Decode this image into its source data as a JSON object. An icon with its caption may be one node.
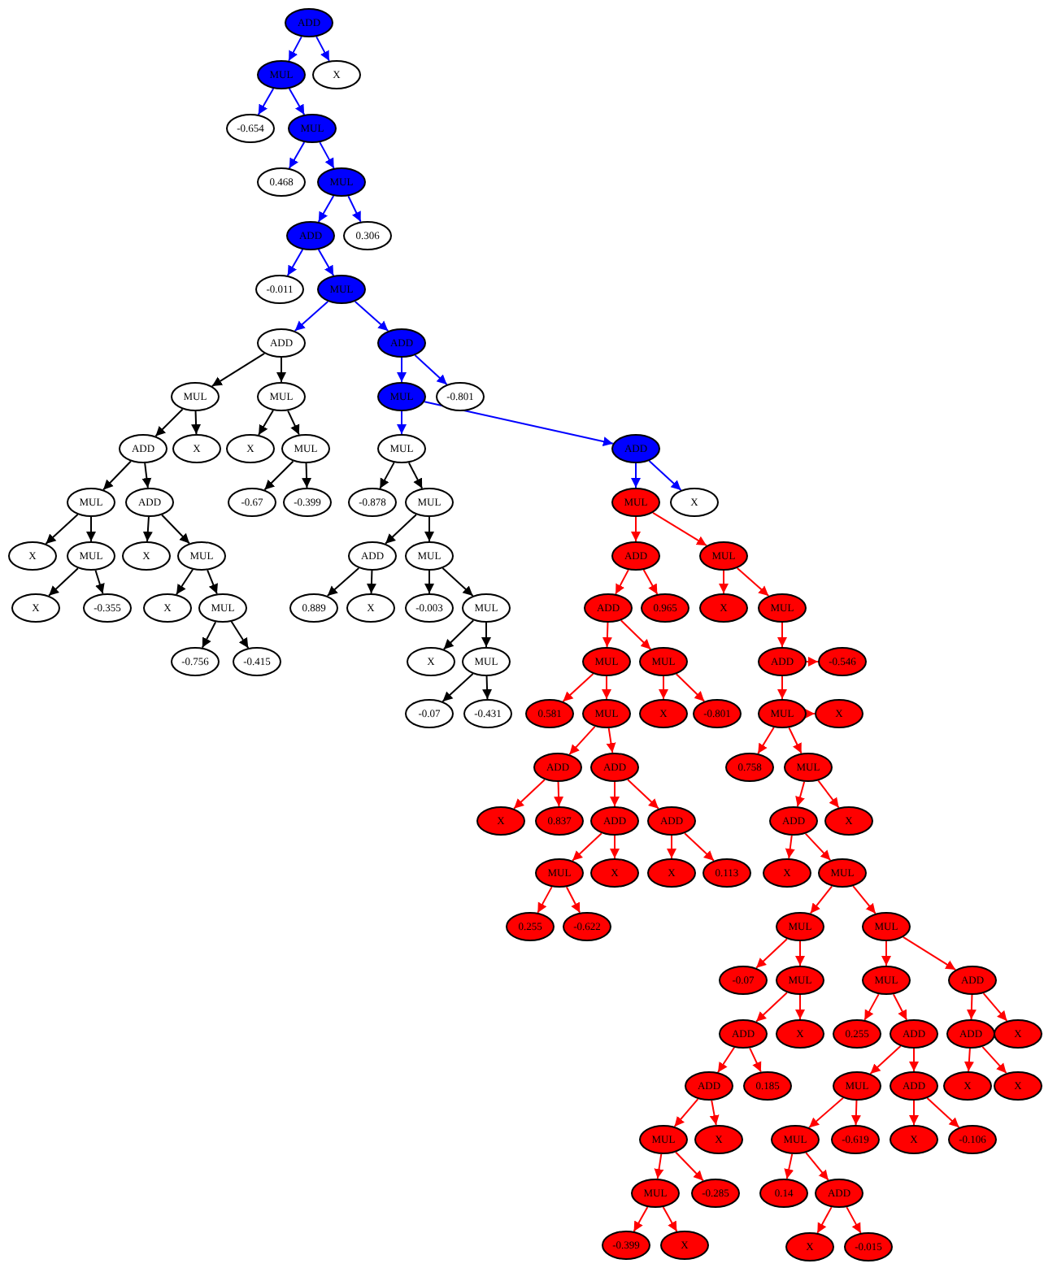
{
  "diagram": {
    "nodes": [
      {
        "text": [
          "ADD"
        ]
      },
      {
        "text": [
          "MUL"
        ]
      },
      {
        "text": [
          "-0.654"
        ]
      },
      {
        "text": [
          "MUL"
        ]
      },
      {
        "text": [
          "0.468"
        ]
      },
      {
        "text": [
          "MUL"
        ]
      },
      {
        "text": [
          "ADD"
        ]
      },
      {
        "text": [
          "-0.011"
        ]
      },
      {
        "text": [
          "MUL"
        ]
      },
      {
        "text": [
          "ADD"
        ]
      },
      {
        "text": [
          "MUL"
        ]
      },
      {
        "text": [
          "ADD"
        ]
      },
      {
        "text": [
          "MUL"
        ]
      },
      {
        "text": [
          "X"
        ]
      },
      {
        "text": [
          "MUL"
        ]
      },
      {
        "text": [
          "X"
        ]
      },
      {
        "text": [
          "-0.355"
        ]
      },
      {
        "text": [
          "ADD"
        ]
      },
      {
        "text": [
          "X"
        ]
      },
      {
        "text": [
          "MUL"
        ]
      },
      {
        "text": [
          "X"
        ]
      },
      {
        "text": [
          "MUL"
        ]
      },
      {
        "text": [
          "-0.756"
        ]
      },
      {
        "text": [
          "-0.415"
        ]
      },
      {
        "text": [
          "X"
        ]
      },
      {
        "text": [
          "MUL"
        ]
      },
      {
        "text": [
          "X"
        ]
      },
      {
        "text": [
          "MUL"
        ]
      },
      {
        "text": [
          "-0.67"
        ]
      },
      {
        "text": [
          "-0.399"
        ]
      },
      {
        "text": [
          "ADD"
        ]
      },
      {
        "text": [
          "MUL"
        ]
      },
      {
        "text": [
          "MUL"
        ]
      },
      {
        "text": [
          "-0.878"
        ]
      },
      {
        "text": [
          "MUL"
        ]
      },
      {
        "text": [
          "ADD"
        ]
      },
      {
        "text": [
          "0.889"
        ]
      },
      {
        "text": [
          "X"
        ]
      },
      {
        "text": [
          "MUL"
        ]
      },
      {
        "text": [
          "-0.003"
        ]
      },
      {
        "text": [
          "MUL"
        ]
      },
      {
        "text": [
          "X"
        ]
      },
      {
        "text": [
          "MUL"
        ]
      },
      {
        "text": [
          "-0.07"
        ]
      },
      {
        "text": [
          "-0.431"
        ]
      },
      {
        "text": [
          "ADD"
        ]
      },
      {
        "text": [
          "MUL"
        ]
      },
      {
        "text": [
          "ADD"
        ]
      },
      {
        "text": [
          "ADD"
        ]
      },
      {
        "text": [
          "MUL"
        ]
      },
      {
        "text": [
          "0.581"
        ]
      },
      {
        "text": [
          "MUL"
        ]
      },
      {
        "text": [
          "ADD"
        ]
      },
      {
        "text": [
          "X"
        ]
      },
      {
        "text": [
          "0.837"
        ]
      },
      {
        "text": [
          "ADD"
        ]
      },
      {
        "text": [
          "ADD"
        ]
      },
      {
        "text": [
          "MUL"
        ]
      },
      {
        "text": [
          "0.255"
        ]
      },
      {
        "text": [
          "-0.622"
        ]
      },
      {
        "text": [
          "X"
        ]
      },
      {
        "text": [
          "ADD"
        ]
      },
      {
        "text": [
          "X"
        ]
      },
      {
        "text": [
          "0.113"
        ]
      },
      {
        "text": [
          "MUL"
        ]
      },
      {
        "text": [
          "X"
        ]
      },
      {
        "text": [
          "-0.801"
        ]
      },
      {
        "text": [
          "0.965"
        ]
      },
      {
        "text": [
          "MUL"
        ]
      },
      {
        "text": [
          "X"
        ]
      },
      {
        "text": [
          "MUL"
        ]
      },
      {
        "text": [
          "ADD"
        ]
      },
      {
        "text": [
          "MUL"
        ]
      },
      {
        "text": [
          "0.758"
        ]
      },
      {
        "text": [
          "MUL"
        ]
      },
      {
        "text": [
          "ADD"
        ]
      },
      {
        "text": [
          "X"
        ]
      },
      {
        "text": [
          "MUL"
        ]
      },
      {
        "text": [
          "MUL"
        ]
      },
      {
        "text": [
          "-0.07"
        ]
      },
      {
        "text": [
          "MUL"
        ]
      },
      {
        "text": [
          "ADD"
        ]
      },
      {
        "text": [
          "ADD"
        ]
      },
      {
        "text": [
          "MUL"
        ]
      },
      {
        "text": [
          "MUL"
        ]
      },
      {
        "text": [
          "-0.399"
        ]
      },
      {
        "text": [
          "X"
        ]
      },
      {
        "text": [
          "-0.285"
        ]
      },
      {
        "text": [
          "X"
        ]
      },
      {
        "text": [
          "0.185"
        ]
      },
      {
        "text": [
          "X"
        ]
      },
      {
        "text": [
          "MUL"
        ]
      },
      {
        "text": [
          "MUL"
        ]
      },
      {
        "text": [
          "0.255"
        ]
      },
      {
        "text": [
          "ADD"
        ]
      },
      {
        "text": [
          "MUL"
        ]
      },
      {
        "text": [
          "MUL"
        ]
      },
      {
        "text": [
          "0.14"
        ]
      },
      {
        "text": [
          "ADD"
        ]
      },
      {
        "text": [
          "X"
        ]
      },
      {
        "text": [
          "-0.015"
        ]
      },
      {
        "text": [
          "-0.619"
        ]
      },
      {
        "text": [
          "ADD"
        ]
      },
      {
        "text": [
          "X"
        ]
      },
      {
        "text": [
          "-0.106"
        ]
      },
      {
        "text": [
          "ADD"
        ]
      },
      {
        "text": [
          "ADD"
        ]
      },
      {
        "text": [
          "X"
        ]
      },
      {
        "text": [
          "X"
        ]
      },
      {
        "text": [
          "X"
        ]
      },
      {
        "text": [
          "X"
        ]
      },
      {
        "text": [
          "X"
        ]
      },
      {
        "text": [
          "-0.546"
        ]
      },
      {
        "text": [
          "X"
        ]
      },
      {
        "text": [
          "-0.801"
        ]
      },
      {
        "text": [
          "0.306"
        ]
      },
      {
        "text": [
          "X"
        ]
      }
    ],
    "edges": [
      {
        "from": 0,
        "to": 1,
        "arrow": "to",
        "color": "#0000ff"
      },
      {
        "from": 1,
        "to": 2,
        "arrow": "to",
        "color": "#0000ff"
      },
      {
        "from": 1,
        "to": 3,
        "arrow": "to",
        "color": "#0000ff"
      },
      {
        "from": 3,
        "to": 4,
        "arrow": "to",
        "color": "#0000ff"
      },
      {
        "from": 3,
        "to": 5,
        "arrow": "to",
        "color": "#0000ff"
      },
      {
        "from": 5,
        "to": 6,
        "arrow": "to",
        "color": "#0000ff"
      },
      {
        "from": 6,
        "to": 7,
        "arrow": "to",
        "color": "#0000ff"
      },
      {
        "from": 6,
        "to": 8,
        "arrow": "to",
        "color": "#0000ff"
      },
      {
        "from": 8,
        "to": 9,
        "arrow": "to",
        "color": "#0000ff"
      },
      {
        "from": 9,
        "to": 10,
        "arrow": "to",
        "color": "#000000"
      },
      {
        "from": 10,
        "to": 11,
        "arrow": "to",
        "color": "#000000"
      },
      {
        "from": 11,
        "to": 12,
        "arrow": "to",
        "color": "#000000"
      },
      {
        "from": 12,
        "to": 13,
        "arrow": "to",
        "color": "#000000"
      },
      {
        "from": 12,
        "to": 14,
        "arrow": "to",
        "color": "#000000"
      },
      {
        "from": 14,
        "to": 15,
        "arrow": "to",
        "color": "#000000"
      },
      {
        "from": 14,
        "to": 16,
        "arrow": "to",
        "color": "#000000"
      },
      {
        "from": 11,
        "to": 17,
        "arrow": "to",
        "color": "#000000"
      },
      {
        "from": 17,
        "to": 18,
        "arrow": "to",
        "color": "#000000"
      },
      {
        "from": 17,
        "to": 19,
        "arrow": "to",
        "color": "#000000"
      },
      {
        "from": 19,
        "to": 20,
        "arrow": "to",
        "color": "#000000"
      },
      {
        "from": 19,
        "to": 21,
        "arrow": "to",
        "color": "#000000"
      },
      {
        "from": 21,
        "to": 22,
        "arrow": "to",
        "color": "#000000"
      },
      {
        "from": 21,
        "to": 23,
        "arrow": "to",
        "color": "#000000"
      },
      {
        "from": 10,
        "to": 24,
        "arrow": "to",
        "color": "#000000"
      },
      {
        "from": 9,
        "to": 25,
        "arrow": "to",
        "color": "#000000"
      },
      {
        "from": 25,
        "to": 26,
        "arrow": "to",
        "color": "#000000"
      },
      {
        "from": 25,
        "to": 27,
        "arrow": "to",
        "color": "#000000"
      },
      {
        "from": 27,
        "to": 28,
        "arrow": "to",
        "color": "#000000"
      },
      {
        "from": 27,
        "to": 29,
        "arrow": "to",
        "color": "#000000"
      },
      {
        "from": 8,
        "to": 30,
        "arrow": "to",
        "color": "#0000ff"
      },
      {
        "from": 30,
        "to": 31,
        "arrow": "to",
        "color": "#0000ff"
      },
      {
        "from": 31,
        "to": 32,
        "arrow": "to",
        "color": "#0000ff"
      },
      {
        "from": 32,
        "to": 33,
        "arrow": "to",
        "color": "#000000"
      },
      {
        "from": 32,
        "to": 34,
        "arrow": "to",
        "color": "#000000"
      },
      {
        "from": 34,
        "to": 35,
        "arrow": "to",
        "color": "#000000"
      },
      {
        "from": 35,
        "to": 36,
        "arrow": "to",
        "color": "#000000"
      },
      {
        "from": 35,
        "to": 37,
        "arrow": "to",
        "color": "#000000"
      },
      {
        "from": 34,
        "to": 38,
        "arrow": "to",
        "color": "#000000"
      },
      {
        "from": 38,
        "to": 39,
        "arrow": "to",
        "color": "#000000"
      },
      {
        "from": 38,
        "to": 40,
        "arrow": "to",
        "color": "#000000"
      },
      {
        "from": 40,
        "to": 41,
        "arrow": "to",
        "color": "#000000"
      },
      {
        "from": 40,
        "to": 42,
        "arrow": "to",
        "color": "#000000"
      },
      {
        "from": 42,
        "to": 43,
        "arrow": "to",
        "color": "#000000"
      },
      {
        "from": 42,
        "to": 44,
        "arrow": "to",
        "color": "#000000"
      },
      {
        "from": 31,
        "to": 45,
        "arrow": "to",
        "color": "#0000ff"
      },
      {
        "from": 45,
        "to": 46,
        "arrow": "to",
        "color": "#0000ff"
      },
      {
        "from": 46,
        "to": 47,
        "arrow": "to"
      },
      {
        "from": 47,
        "to": 48,
        "arrow": "to"
      },
      {
        "from": 48,
        "to": 49,
        "arrow": "to"
      },
      {
        "from": 49,
        "to": 50,
        "arrow": "to"
      },
      {
        "from": 49,
        "to": 51,
        "arrow": "to"
      },
      {
        "from": 51,
        "to": 52,
        "arrow": "to"
      },
      {
        "from": 52,
        "to": 53,
        "arrow": "to"
      },
      {
        "from": 52,
        "to": 54,
        "arrow": "to"
      },
      {
        "from": 51,
        "to": 55,
        "arrow": "to"
      },
      {
        "from": 55,
        "to": 56,
        "arrow": "to"
      },
      {
        "from": 56,
        "to": 57,
        "arrow": "to"
      },
      {
        "from": 57,
        "to": 58,
        "arrow": "to"
      },
      {
        "from": 57,
        "to": 59,
        "arrow": "to"
      },
      {
        "from": 56,
        "to": 60,
        "arrow": "to"
      },
      {
        "from": 55,
        "to": 61,
        "arrow": "to"
      },
      {
        "from": 61,
        "to": 62,
        "arrow": "to"
      },
      {
        "from": 61,
        "to": 63,
        "arrow": "to"
      },
      {
        "from": 48,
        "to": 64,
        "arrow": "to"
      },
      {
        "from": 64,
        "to": 65,
        "arrow": "to"
      },
      {
        "from": 64,
        "to": 66,
        "arrow": "to"
      },
      {
        "from": 47,
        "to": 67,
        "arrow": "to"
      },
      {
        "from": 46,
        "to": 68,
        "arrow": "to"
      },
      {
        "from": 68,
        "to": 69,
        "arrow": "to"
      },
      {
        "from": 68,
        "to": 70,
        "arrow": "to"
      },
      {
        "from": 70,
        "to": 71,
        "arrow": "to"
      },
      {
        "from": 71,
        "to": 72,
        "arrow": "to"
      },
      {
        "from": 72,
        "to": 73,
        "arrow": "to"
      },
      {
        "from": 72,
        "to": 74,
        "arrow": "to"
      },
      {
        "from": 74,
        "to": 75,
        "arrow": "to"
      },
      {
        "from": 75,
        "to": 76,
        "arrow": "to"
      },
      {
        "from": 75,
        "to": 77,
        "arrow": "to"
      },
      {
        "from": 77,
        "to": 78,
        "arrow": "to"
      },
      {
        "from": 78,
        "to": 79,
        "arrow": "to"
      },
      {
        "from": 78,
        "to": 80,
        "arrow": "to"
      },
      {
        "from": 80,
        "to": 81,
        "arrow": "to"
      },
      {
        "from": 81,
        "to": 82,
        "arrow": "to"
      },
      {
        "from": 82,
        "to": 83,
        "arrow": "to"
      },
      {
        "from": 83,
        "to": 84,
        "arrow": "to"
      },
      {
        "from": 84,
        "to": 85,
        "arrow": "to"
      },
      {
        "from": 84,
        "to": 86,
        "arrow": "to"
      },
      {
        "from": 83,
        "to": 87,
        "arrow": "to"
      },
      {
        "from": 82,
        "to": 88,
        "arrow": "to"
      },
      {
        "from": 81,
        "to": 89,
        "arrow": "to"
      },
      {
        "from": 80,
        "to": 90,
        "arrow": "to"
      },
      {
        "from": 77,
        "to": 91,
        "arrow": "to"
      },
      {
        "from": 91,
        "to": 92,
        "arrow": "to"
      },
      {
        "from": 92,
        "to": 93,
        "arrow": "to"
      },
      {
        "from": 92,
        "to": 94,
        "arrow": "to"
      },
      {
        "from": 94,
        "to": 95,
        "arrow": "to"
      },
      {
        "from": 95,
        "to": 96,
        "arrow": "to"
      },
      {
        "from": 96,
        "to": 97,
        "arrow": "to"
      },
      {
        "from": 96,
        "to": 98,
        "arrow": "to"
      },
      {
        "from": 98,
        "to": 99,
        "arrow": "to"
      },
      {
        "from": 98,
        "to": 100,
        "arrow": "to"
      },
      {
        "from": 95,
        "to": 101,
        "arrow": "to"
      },
      {
        "from": 94,
        "to": 102,
        "arrow": "to"
      },
      {
        "from": 102,
        "to": 103,
        "arrow": "to"
      },
      {
        "from": 102,
        "to": 104,
        "arrow": "to"
      },
      {
        "from": 91,
        "to": 105,
        "arrow": "to"
      },
      {
        "from": 105,
        "to": 106,
        "arrow": "to"
      },
      {
        "from": 106,
        "to": 107,
        "arrow": "to"
      },
      {
        "from": 106,
        "to": 108,
        "arrow": "to"
      },
      {
        "from": 105,
        "to": 109,
        "arrow": "to"
      },
      {
        "from": 74,
        "to": 110,
        "arrow": "to"
      },
      {
        "from": 72,
        "to": 111,
        "arrow": "to"
      },
      {
        "from": 71,
        "to": 112,
        "arrow": "to"
      },
      {
        "from": 45,
        "to": 113,
        "arrow": "to",
        "color": "#0000ff"
      },
      {
        "from": 30,
        "to": 114,
        "arrow": "to",
        "color": "#0000ff"
      },
      {
        "from": 5,
        "to": 115,
        "arrow": "to",
        "color": "#0000ff"
      },
      {
        "from": 0,
        "to": 116,
        "arrow": "to",
        "color": "#0000ff"
      }
    ]
  }
}
